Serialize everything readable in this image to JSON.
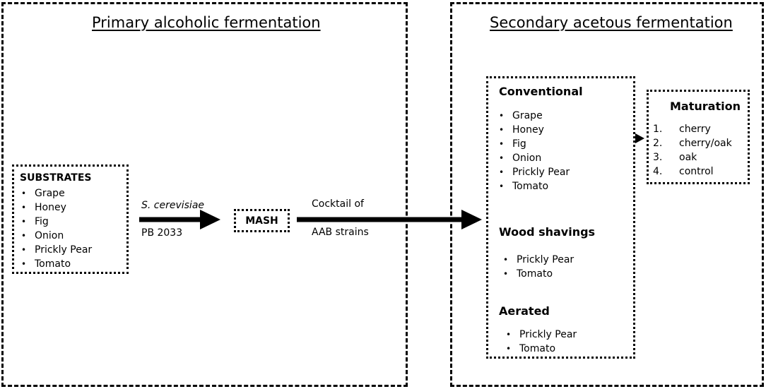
{
  "primary": {
    "title": "Primary alcoholic fermentation",
    "substrates": {
      "title": "SUBSTRATES",
      "items": [
        "Grape",
        "Honey",
        "Fig",
        "Onion",
        "Prickly Pear",
        "Tomato"
      ]
    },
    "yeast": {
      "species": "S. cerevisiae",
      "strain": "PB 2033"
    },
    "mash": "MASH",
    "aab": {
      "line1": "Cocktail of",
      "line2": "AAB strains"
    }
  },
  "secondary": {
    "title": "Secondary acetous fermentation",
    "conventional": {
      "title": "Conventional",
      "items": [
        "Grape",
        "Honey",
        "Fig",
        "Onion",
        "Prickly Pear",
        "Tomato"
      ]
    },
    "wood": {
      "title": "Wood shavings",
      "items": [
        "Prickly Pear",
        "Tomato"
      ]
    },
    "aerated": {
      "title": "Aerated",
      "items": [
        "Prickly Pear",
        "Tomato"
      ]
    },
    "maturation": {
      "title": "Maturation",
      "numbers": [
        "1.",
        "2.",
        "3.",
        "4."
      ],
      "items": [
        "cherry",
        "cherry/oak",
        "oak",
        "control"
      ]
    }
  },
  "bullet": "•",
  "colors": {
    "stroke": "#000000",
    "background": "#ffffff"
  }
}
